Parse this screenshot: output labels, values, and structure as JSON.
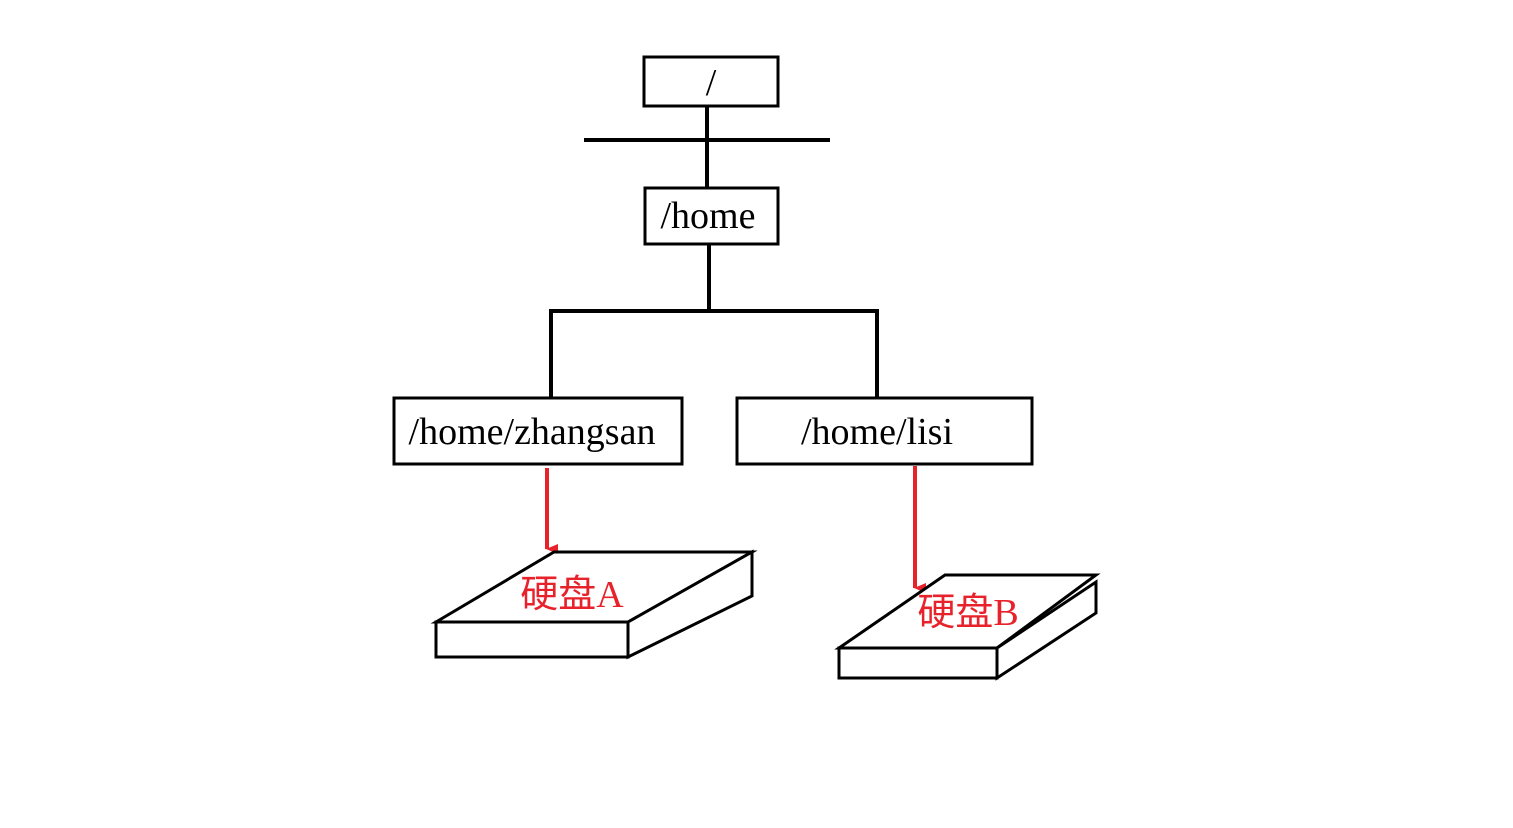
{
  "diagram": {
    "root": {
      "label": "/"
    },
    "home": {
      "label": "/home"
    },
    "zhangsan": {
      "label": "/home/zhangsan"
    },
    "lisi": {
      "label": "/home/lisi"
    },
    "disk_a": {
      "label": "硬盘A"
    },
    "disk_b": {
      "label": "硬盘B"
    }
  },
  "colors": {
    "line": "#000000",
    "arrow": "#e8222b",
    "disk_label": "#e8222b",
    "background": "#ffffff"
  }
}
